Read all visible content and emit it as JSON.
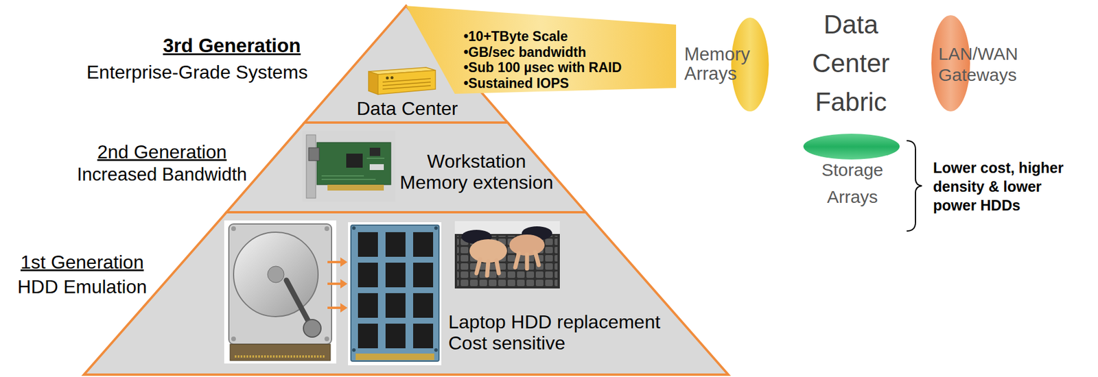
{
  "diagram": {
    "nodes": [
      {
        "text": [
          "3rd Generation",
          "Enterprise-Grade Systems",
          "Data Center"
        ]
      },
      {
        "text": [
          "•10+TByte Scale",
          "•GB/sec bandwidth",
          "•Sub 100 µsec with RAID",
          "•Sustained IOPS"
        ]
      },
      {
        "text": [
          "Memory Arrays"
        ]
      },
      {
        "text": [
          "LAN/WAN Gateways"
        ]
      },
      {
        "text": [
          "Storage Arrays"
        ]
      },
      {
        "text": [
          "2nd Generation",
          "Increased Bandwidth",
          "Workstation Memory extension"
        ]
      },
      {
        "text": [
          "1st Generation",
          "HDD Emulation",
          "Laptop HDD replacement Cost sensitive"
        ]
      }
    ],
    "labels": [
      "Data Center Fabric",
      "Lower cost, higher density & lower power HDDs"
    ]
  }
}
